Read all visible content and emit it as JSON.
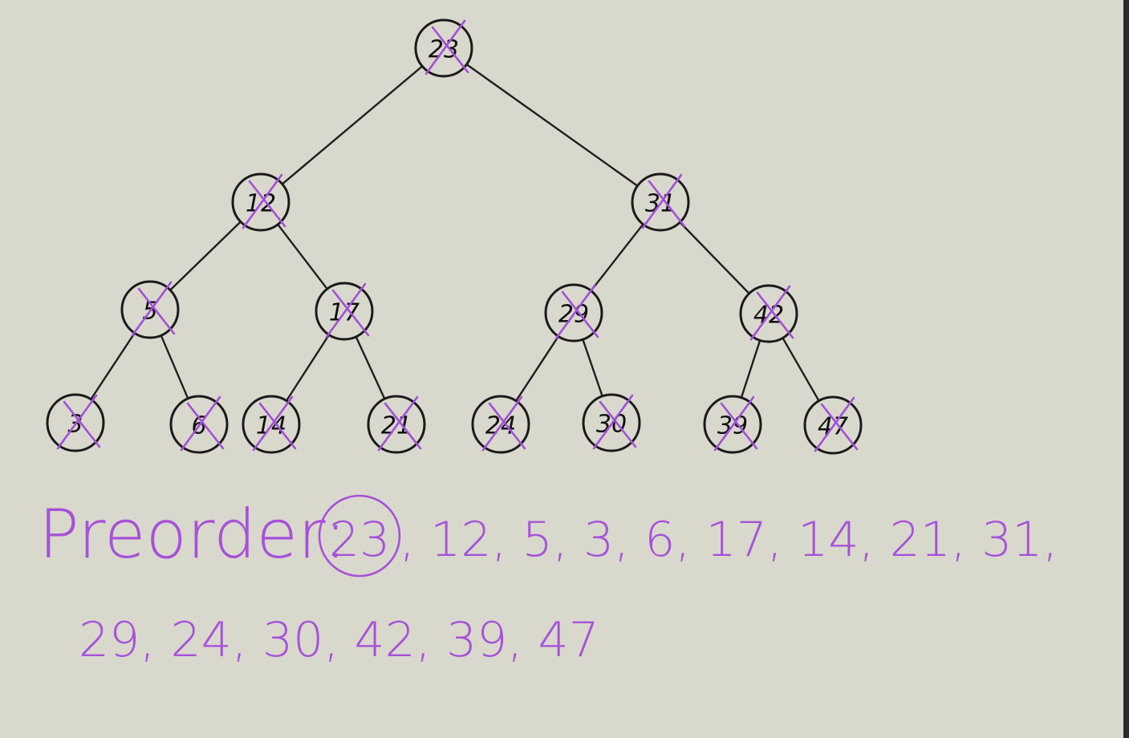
{
  "tree": {
    "nodes": [
      {
        "id": "n23",
        "label": "23",
        "crossed": true
      },
      {
        "id": "n12",
        "label": "12",
        "crossed": true
      },
      {
        "id": "n31",
        "label": "31",
        "crossed": true
      },
      {
        "id": "n5",
        "label": "5",
        "crossed": true
      },
      {
        "id": "n17",
        "label": "17",
        "crossed": true
      },
      {
        "id": "n29",
        "label": "29",
        "crossed": true
      },
      {
        "id": "n42",
        "label": "42",
        "crossed": true
      },
      {
        "id": "n3",
        "label": "3",
        "crossed": true
      },
      {
        "id": "n6",
        "label": "6",
        "crossed": true
      },
      {
        "id": "n14",
        "label": "14",
        "crossed": true
      },
      {
        "id": "n21",
        "label": "21",
        "crossed": true
      },
      {
        "id": "n24",
        "label": "24",
        "crossed": true
      },
      {
        "id": "n30",
        "label": "30",
        "crossed": true
      },
      {
        "id": "n39",
        "label": "39",
        "crossed": true
      },
      {
        "id": "n47",
        "label": "47",
        "crossed": true
      }
    ],
    "edges": [
      [
        "n23",
        "n12"
      ],
      [
        "n23",
        "n31"
      ],
      [
        "n12",
        "n5"
      ],
      [
        "n12",
        "n17"
      ],
      [
        "n31",
        "n29"
      ],
      [
        "n31",
        "n42"
      ],
      [
        "n5",
        "n3"
      ],
      [
        "n5",
        "n6"
      ],
      [
        "n17",
        "n14"
      ],
      [
        "n17",
        "n21"
      ],
      [
        "n29",
        "n24"
      ],
      [
        "n29",
        "n30"
      ],
      [
        "n42",
        "n39"
      ],
      [
        "n42",
        "n47"
      ]
    ]
  },
  "notes": {
    "heading": "Preorder:",
    "circled_value": "23",
    "line1_rest": ", 12, 5, 3, 6, 17, 14, 21, 31,",
    "line2": "29, 24, 30, 42, 39, 47"
  },
  "colors": {
    "background": "#d9d8cd",
    "ink": "#1a1a1a",
    "marker": "#a652d9"
  }
}
